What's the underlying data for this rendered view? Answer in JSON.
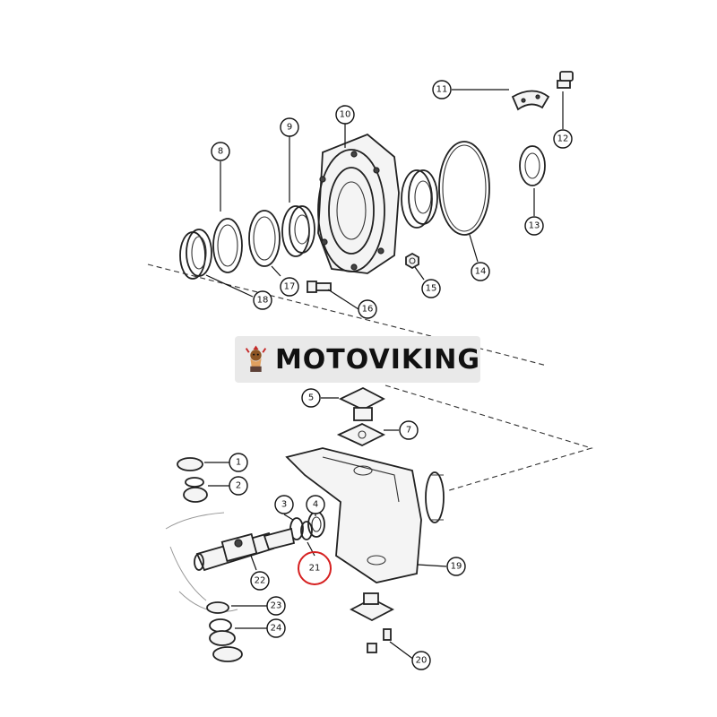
{
  "brand": {
    "name": "MOTOVIKING"
  },
  "callouts": {
    "c1": "1",
    "c2": "2",
    "c3": "3",
    "c4": "4",
    "c5": "5",
    "c7": "7",
    "c8": "8",
    "c9": "9",
    "c10": "10",
    "c11": "11",
    "c12": "12",
    "c13": "13",
    "c14": "14",
    "c15": "15",
    "c16": "16",
    "c17": "17",
    "c18": "18",
    "c19": "19",
    "c20": "20",
    "c21": "21",
    "c22": "22",
    "c23": "23",
    "c24": "24"
  },
  "highlight": {
    "callout": "21",
    "color": "#d62020"
  }
}
